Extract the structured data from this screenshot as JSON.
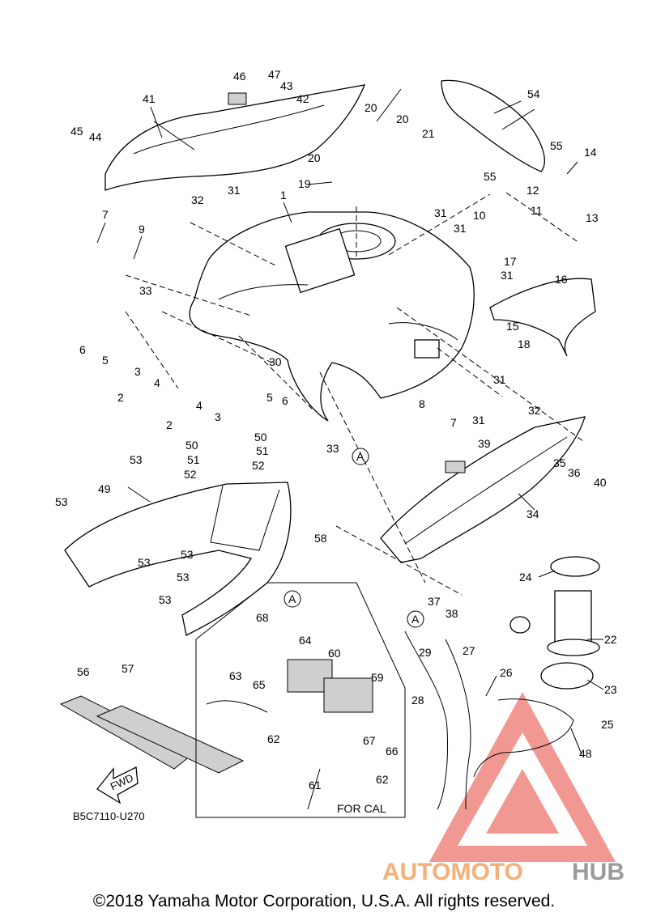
{
  "diagram": {
    "diagram_code": "B5C7110-U270",
    "for_cal_label": "FOR CAL",
    "fwd_label": "FWD",
    "ref_marker": "A",
    "copyright": "©2018 Yamaha Motor Corporation, U.S.A. All rights reserved.",
    "watermark": {
      "text_auto": "AUTOMOTO",
      "text_hub": "HUB",
      "color_red": "#e8453c",
      "color_orange": "#f4a261",
      "color_gray": "#8a8a8a"
    },
    "callouts": [
      "1",
      "2",
      "3",
      "4",
      "5",
      "6",
      "7",
      "8",
      "9",
      "10",
      "11",
      "12",
      "13",
      "14",
      "15",
      "16",
      "17",
      "18",
      "19",
      "20",
      "21",
      "22",
      "23",
      "24",
      "25",
      "26",
      "27",
      "28",
      "29",
      "30",
      "31",
      "32",
      "33",
      "34",
      "35",
      "36",
      "37",
      "38",
      "39",
      "40",
      "41",
      "42",
      "43",
      "44",
      "45",
      "46",
      "47",
      "48",
      "49",
      "50",
      "51",
      "52",
      "53",
      "54",
      "55",
      "56",
      "57",
      "58",
      "59",
      "60",
      "61",
      "62",
      "63",
      "64",
      "65",
      "66",
      "67",
      "68"
    ]
  }
}
